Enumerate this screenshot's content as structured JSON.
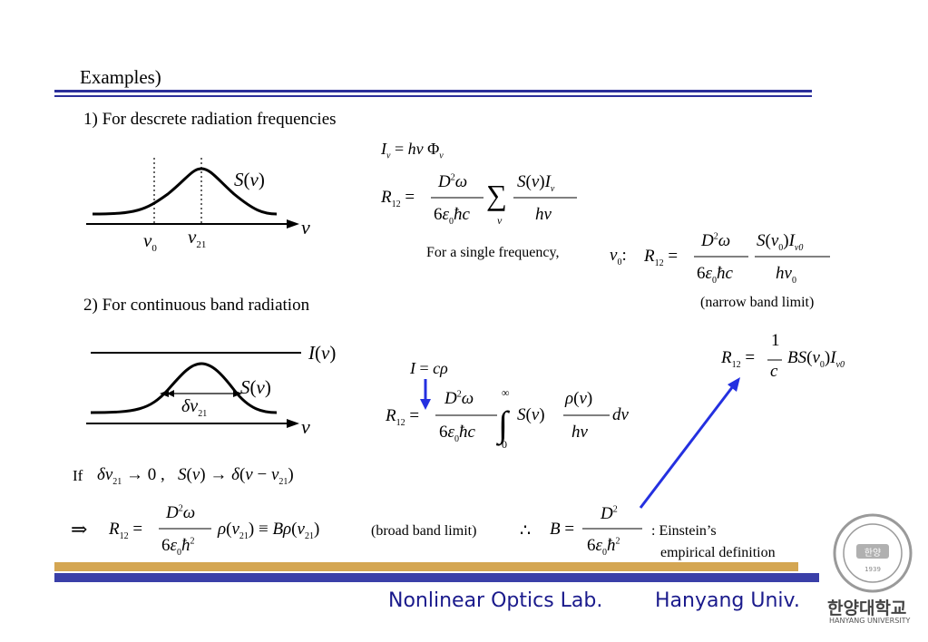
{
  "slide": {
    "heading": "Examples)",
    "section1": "1) For descrete radiation frequencies",
    "section2": "2) For continuous band radiation",
    "single_freq_note": "For a single frequency,",
    "narrow_band": "(narrow band limit)",
    "if_label": "If",
    "broad_band": "(broad band limit)",
    "einstein_line1": ": Einstein’s",
    "einstein_line2": "empirical definition"
  },
  "footer": {
    "lab": "Nonlinear Optics Lab.",
    "univ": "Hanyang Univ.",
    "logo_korean": "한양대학교",
    "logo_english": "HANYANG UNIVERSITY",
    "seal_text": "한양",
    "seal_year": "1939"
  },
  "colors": {
    "rule_blue": "#2b2f9a",
    "bar_gold": "#d4a652",
    "bar_blue": "#3a3fa8",
    "arrow_blue": "#2430e0",
    "footer_text": "#1a1a8c"
  }
}
